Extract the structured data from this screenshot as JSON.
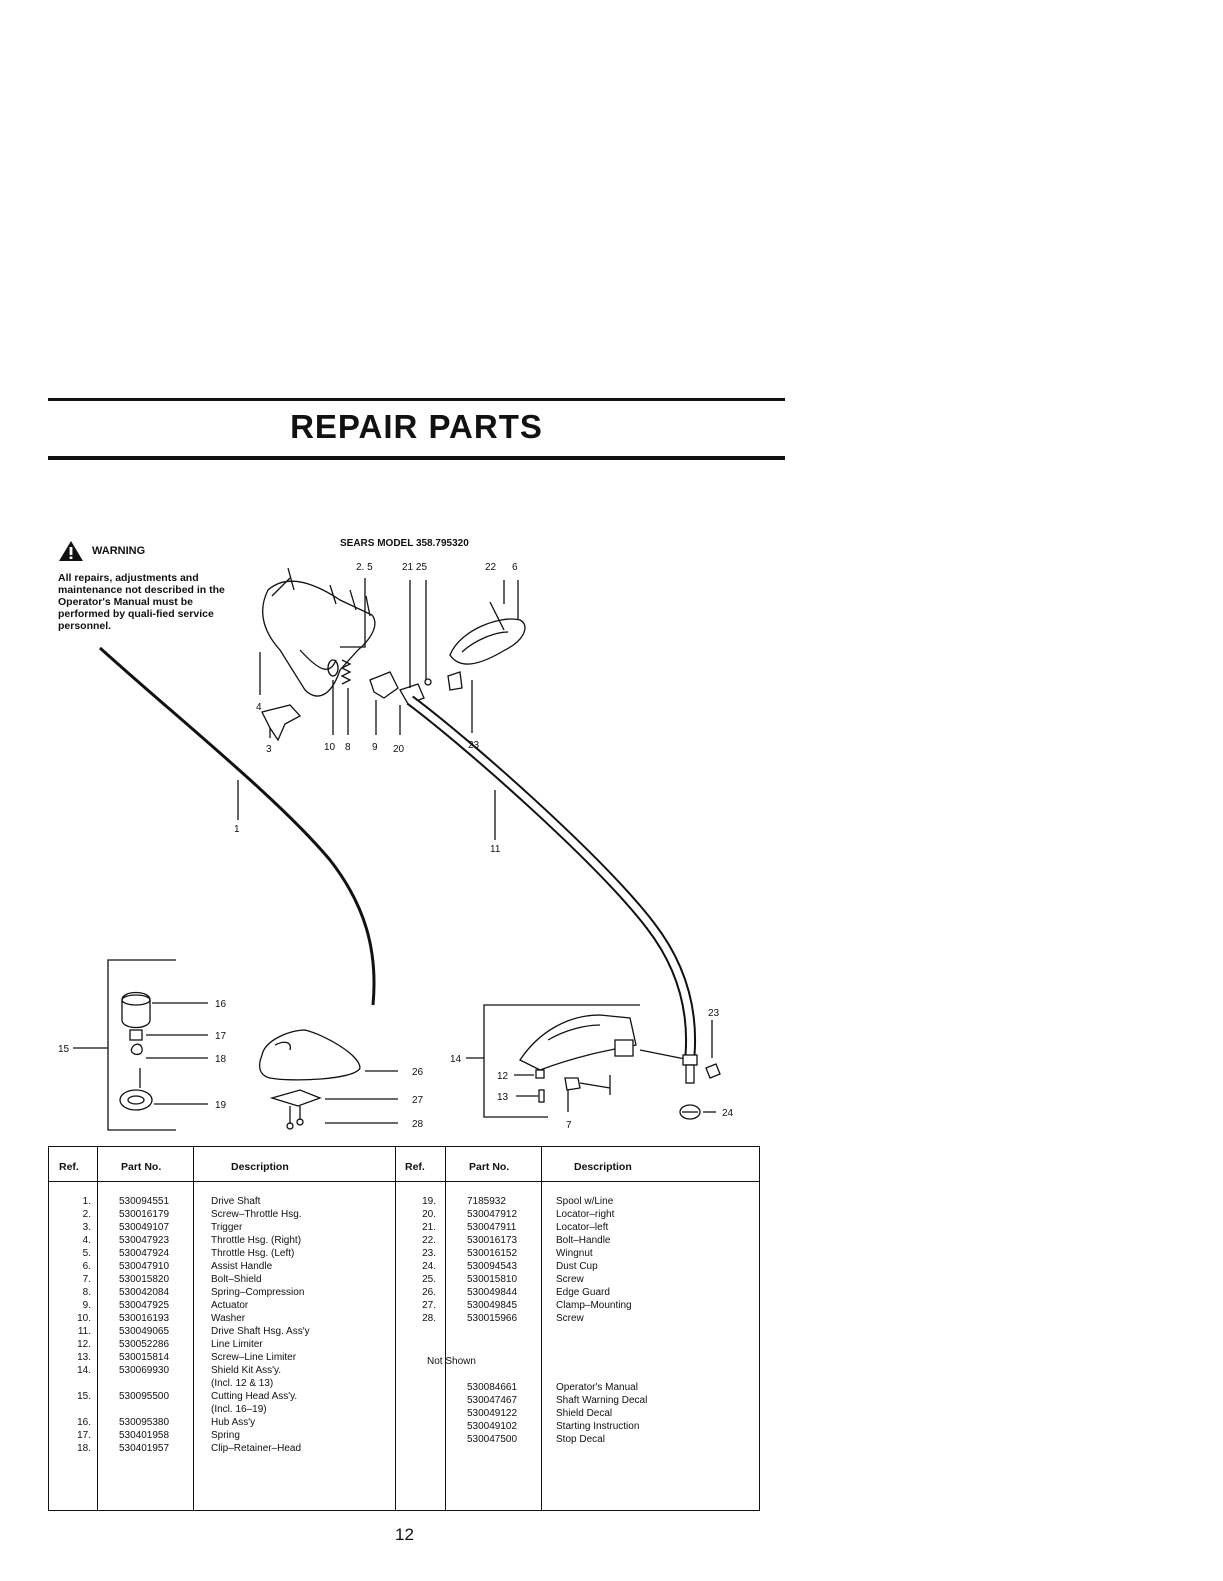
{
  "page": {
    "title": "REPAIR PARTS",
    "page_number": "12"
  },
  "warning": {
    "label": "WARNING",
    "text": "All repairs, adjustments and maintenance not described in the Operator's Manual must be performed by quali-fied service personnel."
  },
  "model_label": "SEARS MODEL 358.795320",
  "callouts": {
    "c1": "1",
    "c2_5": "2. 5",
    "c21_25": "21 25",
    "c22": "22",
    "c6": "6",
    "c4": "4",
    "c3": "3",
    "c10": "10",
    "c8": "8",
    "c9": "9",
    "c20": "20",
    "c23a": "23",
    "c11": "11",
    "c16": "16",
    "c17": "17",
    "c18": "18",
    "c15": "15",
    "c19": "19",
    "c26": "26",
    "c27": "27",
    "c28": "28",
    "c14": "14",
    "c12": "12",
    "c13": "13",
    "c7": "7",
    "c23b": "23",
    "c24": "24"
  },
  "table": {
    "headers": {
      "ref": "Ref.",
      "part_no": "Part No.",
      "description": "Description"
    },
    "left": [
      {
        "ref": "1.",
        "part": "530094551",
        "desc": "Drive Shaft"
      },
      {
        "ref": "2.",
        "part": "530016179",
        "desc": "Screw–Throttle Hsg."
      },
      {
        "ref": "3.",
        "part": "530049107",
        "desc": "Trigger"
      },
      {
        "ref": "4.",
        "part": "530047923",
        "desc": "Throttle Hsg. (Right)"
      },
      {
        "ref": "5.",
        "part": "530047924",
        "desc": "Throttle Hsg. (Left)"
      },
      {
        "ref": "6.",
        "part": "530047910",
        "desc": "Assist Handle"
      },
      {
        "ref": "7.",
        "part": "530015820",
        "desc": "Bolt–Shield"
      },
      {
        "ref": "8.",
        "part": "530042084",
        "desc": "Spring–Compression"
      },
      {
        "ref": "9.",
        "part": "530047925",
        "desc": "Actuator"
      },
      {
        "ref": "10.",
        "part": "530016193",
        "desc": "Washer"
      },
      {
        "ref": "11.",
        "part": "530049065",
        "desc": "Drive Shaft Hsg. Ass'y"
      },
      {
        "ref": "12.",
        "part": "530052286",
        "desc": "Line Limiter"
      },
      {
        "ref": "13.",
        "part": "530015814",
        "desc": "Screw–Line Limiter"
      },
      {
        "ref": "14.",
        "part": "530069930",
        "desc": "Shield Kit Ass'y."
      },
      {
        "ref": "",
        "part": "",
        "desc": "(Incl. 12 & 13)"
      },
      {
        "ref": "15.",
        "part": "530095500",
        "desc": "Cutting Head Ass'y."
      },
      {
        "ref": "",
        "part": "",
        "desc": "(Incl. 16–19)"
      },
      {
        "ref": "16.",
        "part": "530095380",
        "desc": "Hub Ass'y"
      },
      {
        "ref": "17.",
        "part": "530401958",
        "desc": "Spring"
      },
      {
        "ref": "18.",
        "part": "530401957",
        "desc": "Clip–Retainer–Head"
      }
    ],
    "right": [
      {
        "ref": "19.",
        "part": "7185932",
        "desc": "Spool w/Line"
      },
      {
        "ref": "20.",
        "part": "530047912",
        "desc": "Locator–right"
      },
      {
        "ref": "21.",
        "part": "530047911",
        "desc": "Locator–left"
      },
      {
        "ref": "22.",
        "part": "530016173",
        "desc": "Bolt–Handle"
      },
      {
        "ref": "23.",
        "part": "530016152",
        "desc": "Wingnut"
      },
      {
        "ref": "24.",
        "part": "530094543",
        "desc": "Dust Cup"
      },
      {
        "ref": "25.",
        "part": "530015810",
        "desc": "Screw"
      },
      {
        "ref": "26.",
        "part": "530049844",
        "desc": "Edge Guard"
      },
      {
        "ref": "27.",
        "part": "530049845",
        "desc": "Clamp–Mounting"
      },
      {
        "ref": "28.",
        "part": "530015966",
        "desc": "Screw"
      }
    ],
    "not_shown_label": "Not Shown",
    "not_shown": [
      {
        "part": "530084661",
        "desc": "Operator's Manual"
      },
      {
        "part": "530047467",
        "desc": "Shaft Warning Decal"
      },
      {
        "part": "530049122",
        "desc": "Shield Decal"
      },
      {
        "part": "530049102",
        "desc": "Starting Instruction"
      },
      {
        "part": "530047500",
        "desc": "Stop Decal"
      }
    ]
  }
}
